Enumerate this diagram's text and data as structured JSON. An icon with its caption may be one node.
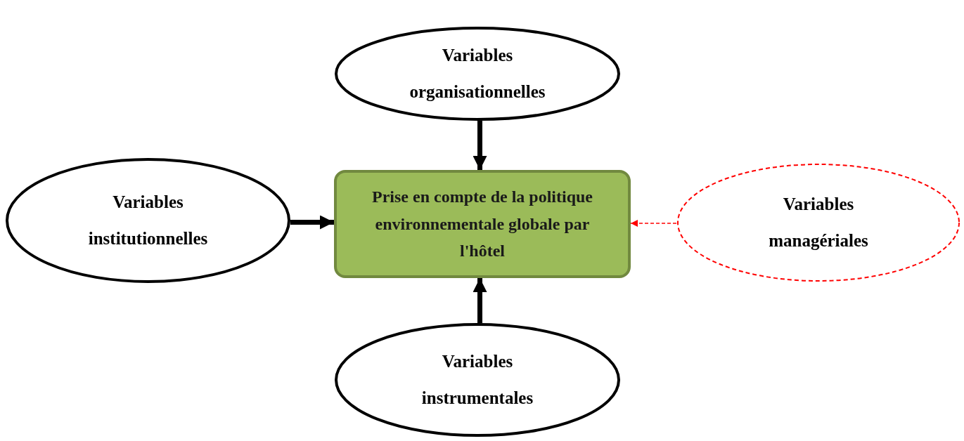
{
  "diagram": {
    "nodes": [
      {
        "text": [
          "Variables organisationnelles"
        ]
      },
      {
        "text": [
          "Variables institutionnelles"
        ]
      },
      {
        "text": [
          "Prise en compte de la politique environnementale globale par l'hôtel"
        ]
      },
      {
        "text": [
          "Variables managériales"
        ]
      },
      {
        "text": [
          "Variables instrumentales"
        ]
      }
    ],
    "edges": [
      {
        "from": 0,
        "to": 2,
        "arrow": "to"
      },
      {
        "from": 1,
        "to": 2,
        "arrow": "to"
      },
      {
        "from": 3,
        "to": 2,
        "arrow": "to",
        "style": "dashed",
        "color": "#ff0000"
      },
      {
        "from": 4,
        "to": 2,
        "arrow": "to"
      }
    ]
  }
}
